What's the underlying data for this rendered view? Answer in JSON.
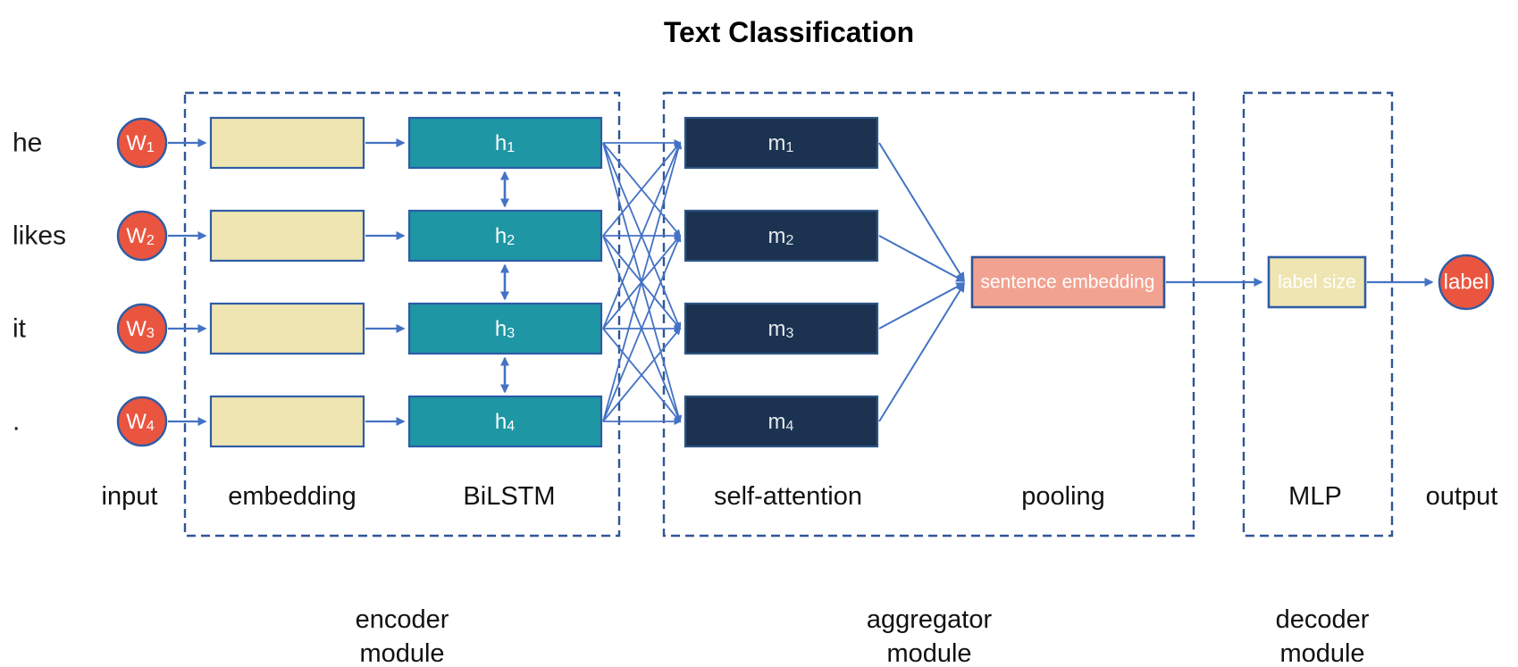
{
  "title": "Text Classification",
  "rows": [
    {
      "word": "he",
      "input_base": "W",
      "input_sub": "1",
      "hidden_base": "h",
      "hidden_sub": "1",
      "attn_base": "m",
      "attn_sub": "1"
    },
    {
      "word": "likes",
      "input_base": "W",
      "input_sub": "2",
      "hidden_base": "h",
      "hidden_sub": "2",
      "attn_base": "m",
      "attn_sub": "2"
    },
    {
      "word": "it",
      "input_base": "W",
      "input_sub": "3",
      "hidden_base": "h",
      "hidden_sub": "3",
      "attn_base": "m",
      "attn_sub": "3"
    },
    {
      "word": ".",
      "input_base": "W",
      "input_sub": "4",
      "hidden_base": "h",
      "hidden_sub": "4",
      "attn_base": "m",
      "attn_sub": "4"
    }
  ],
  "aggregator": {
    "pooling_box": "sentence embedding"
  },
  "decoder": {
    "mlp_box": "label size"
  },
  "output": {
    "node": "label"
  },
  "stages": {
    "input": "input",
    "embedding": "embedding",
    "bilstm": "BiLSTM",
    "self_attention": "self-attention",
    "pooling": "pooling",
    "mlp": "MLP",
    "output": "output"
  },
  "modules": {
    "encoder": {
      "line1": "encoder",
      "line2": "module"
    },
    "aggregator": {
      "line1": "aggregator",
      "line2": "module"
    },
    "decoder": {
      "line1": "decoder",
      "line2": "module"
    }
  },
  "colors": {
    "edge": "#4472C4",
    "module_border": "#2F5597",
    "input_node_fill": "#EA5540",
    "node_border": "#2E5DA6",
    "embedding_fill": "#EFE5B2",
    "bilstm_fill": "#1E96A4",
    "attention_fill": "#1B3351",
    "pooling_fill": "#F2A291",
    "mlp_fill": "#EFE5B2",
    "output_node_fill": "#EA5540"
  }
}
